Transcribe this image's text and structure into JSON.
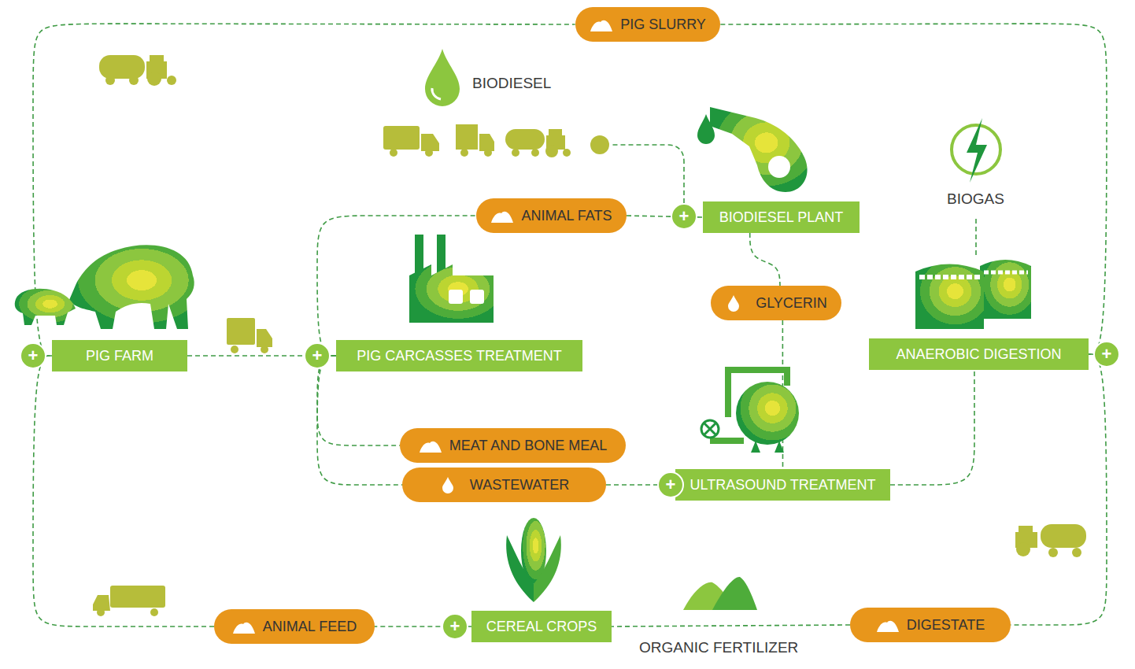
{
  "diagram": {
    "nodes": [
      {
        "text": [
          "PIG SLURRY"
        ]
      },
      {
        "text": [
          "ANIMAL FATS"
        ]
      },
      {
        "text": [
          "BIODIESEL PLANT"
        ]
      },
      {
        "text": [
          "GLYCERIN"
        ]
      },
      {
        "text": [
          "PIG FARM"
        ]
      },
      {
        "text": [
          "PIG CARCASSES TREATMENT"
        ]
      },
      {
        "text": [
          "ANAEROBIC DIGESTION"
        ]
      },
      {
        "text": [
          "MEAT AND BONE MEAL"
        ]
      },
      {
        "text": [
          "WASTEWATER"
        ]
      },
      {
        "text": [
          "ULTRASOUND TREATMENT"
        ]
      },
      {
        "text": [
          "ANIMAL FEED"
        ]
      },
      {
        "text": [
          "CEREAL CROPS"
        ]
      },
      {
        "text": [
          "DIGESTATE"
        ]
      }
    ],
    "edges": [
      {
        "from": 4,
        "to": 0,
        "arrow": "none"
      },
      {
        "from": 0,
        "to": 6,
        "arrow": "none"
      },
      {
        "from": 4,
        "to": 5,
        "arrow": "none"
      },
      {
        "from": 5,
        "to": 1,
        "arrow": "none"
      },
      {
        "from": 1,
        "to": 2,
        "arrow": "none"
      },
      {
        "from": 2,
        "to": 3,
        "arrow": "none"
      },
      {
        "from": 3,
        "to": 9,
        "arrow": "none"
      },
      {
        "from": 5,
        "to": 7,
        "arrow": "none"
      },
      {
        "from": 5,
        "to": 8,
        "arrow": "none"
      },
      {
        "from": 8,
        "to": 9,
        "arrow": "none"
      },
      {
        "from": 9,
        "to": 6,
        "arrow": "none"
      },
      {
        "from": 6,
        "to": 12,
        "arrow": "none"
      },
      {
        "from": 12,
        "to": 11,
        "arrow": "none"
      },
      {
        "from": 11,
        "to": 10,
        "arrow": "none"
      },
      {
        "from": 10,
        "to": 4,
        "arrow": "none"
      }
    ],
    "labels": [
      "BIODIESEL",
      "BIOGAS",
      "+",
      "+",
      "+",
      "+",
      "+",
      "+",
      "ORGANIC FERTILIZER"
    ]
  }
}
